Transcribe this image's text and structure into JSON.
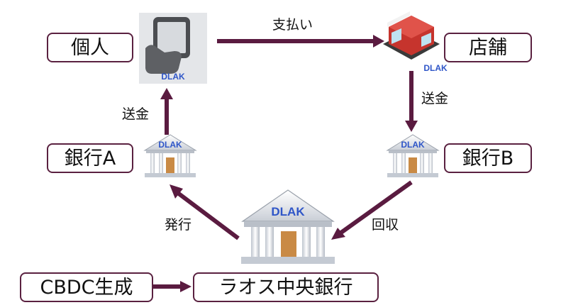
{
  "nodes": {
    "individual": "個人",
    "store": "店舗",
    "bank_a": "銀行A",
    "bank_b": "銀行B",
    "cbdc": "CBDC生成",
    "central_bank": "ラオス中央銀行"
  },
  "edges": {
    "payment": "支払い",
    "remit_store": "送金",
    "remit_individual": "送金",
    "issue": "発行",
    "collect": "回収"
  },
  "currency": "DLAK",
  "colors": {
    "arrow": "#5a1b40",
    "box_border": "#5a2140",
    "dlak_text": "#2f56c8",
    "bank_stone": "#d6dbe3",
    "bank_door": "#c98a45"
  }
}
